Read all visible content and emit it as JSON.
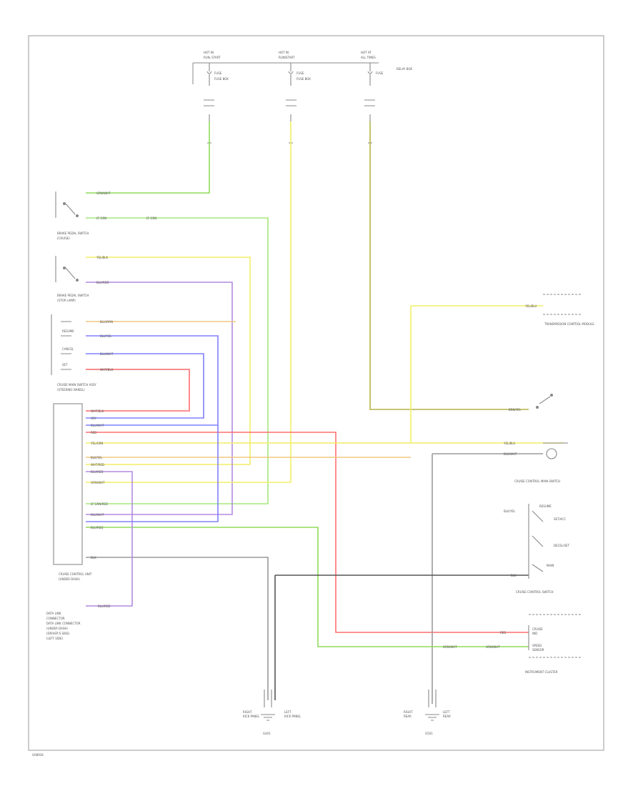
{
  "figure_id": "G08934",
  "colors": {
    "green": "#8fdc5a",
    "lightgreen": "#a6e87a",
    "yellow": "#f2ee66",
    "purple": "#b48adf",
    "blue": "#8080ff",
    "red": "#ff6f6f",
    "gray": "#9a9a9a",
    "darkgray": "#555555",
    "olive": "#b4b449",
    "orange": "#f0c880",
    "lightgray": "#c8c8c8"
  },
  "fuse_labels": [
    {
      "top": "HOT IN",
      "bottom": "RUN, START"
    },
    {
      "top": "HOT IN",
      "bottom": "RUN/START"
    },
    {
      "top": "HOT AT",
      "bottom": "ALL TIMES"
    }
  ],
  "fuse_notes": [
    "FUSE BOX",
    "FUSE BOX",
    "RELAY BOX"
  ],
  "components": {
    "brake_switch_1": "BRAKE PEDAL SWITCH",
    "brake_switch_2": "BRAKE PEDAL SWITCH",
    "cruise_actuator": "CRUISE MAIN SWITCH ASSY",
    "control_unit": "CRUISE CONTROL UNIT",
    "neutral_switch": "TRANSMISSION CONTROL MODULE",
    "main_switch": "CRUISE CONTROL MAIN SWITCH",
    "cruise_switch": "CRUISE CONTROL SWITCH",
    "instrument_cluster": "INSTRUMENT CLUSTER",
    "dlc": "DATA LINK CONNECTOR",
    "ground_1": "G401",
    "ground_2": "G501"
  },
  "wire_labels": [
    "GRN/WHT",
    "LT GRN",
    "YEL/BLK",
    "BLU/RED",
    "BLU/ORN",
    "BLU/YEL",
    "BLU/WHT",
    "WHT/BLK",
    "GRY",
    "RED",
    "YEL/GRN",
    "BLK/YEL",
    "WHT/RED",
    "GRN/WHT",
    "BLK/WHT",
    "LT GRN/RED",
    "BLK",
    "BRN/YEL",
    "YEL/BLU",
    "BLK/WHT",
    "BLK/YEL",
    "BLU/WHT",
    "RED",
    "GRN/WHT",
    "GRY/WHT"
  ]
}
